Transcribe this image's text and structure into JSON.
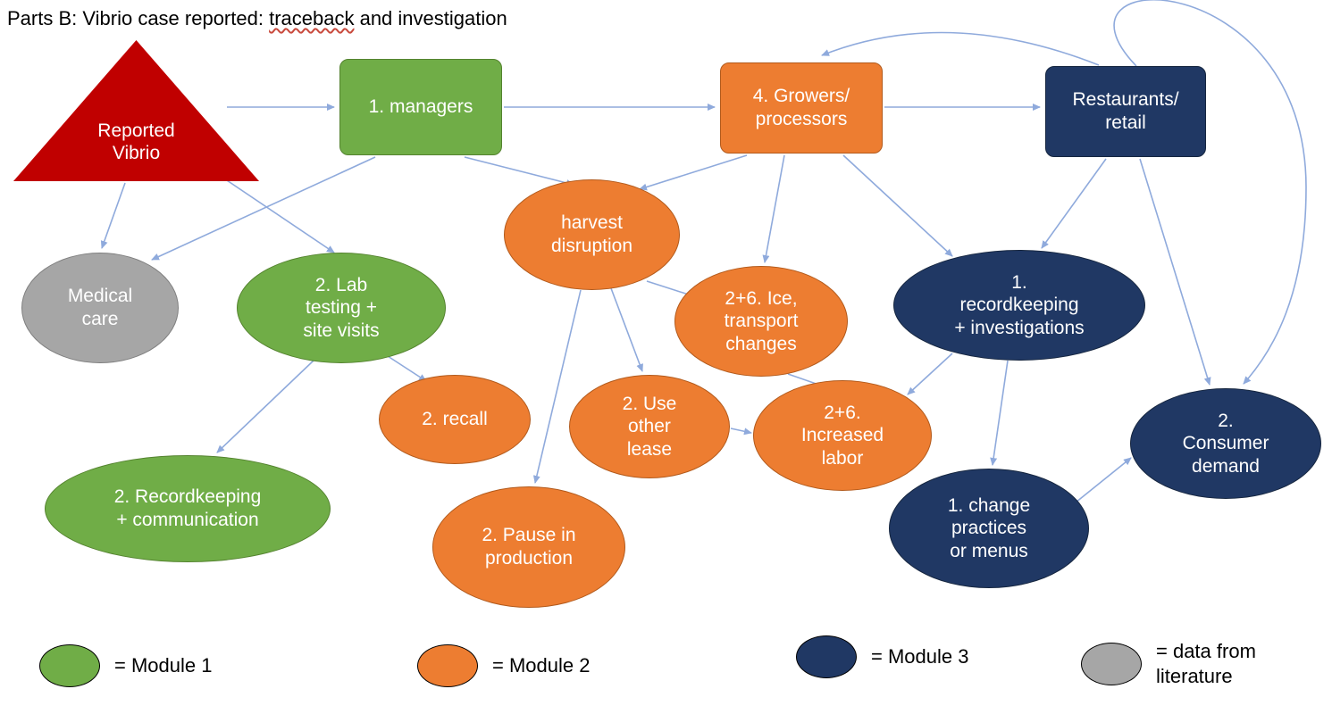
{
  "title": {
    "prefix": "Parts B: Vibrio case reported: ",
    "flagged_word": "traceback",
    "suffix": " and investigation"
  },
  "colors": {
    "module1": "#70AD47",
    "module2": "#ED7D31",
    "module3": "#203864",
    "literature": "#A6A6A6",
    "reported": "#C00000",
    "arrow": "#8FAADC"
  },
  "nodes": {
    "reported_vibrio": {
      "label": "Reported\nVibrio",
      "shape": "triangle",
      "color_key": "reported"
    },
    "managers": {
      "label": "1. managers",
      "shape": "rounded-rect",
      "color_key": "module1"
    },
    "growers_processors": {
      "label": "4. Growers/\nprocessors",
      "shape": "rounded-rect",
      "color_key": "module2"
    },
    "restaurants_retail": {
      "label": "Restaurants/\nretail",
      "shape": "rounded-rect",
      "color_key": "module3"
    },
    "medical_care": {
      "label": "Medical\ncare",
      "shape": "ellipse",
      "color_key": "literature"
    },
    "lab_testing": {
      "label": "2. Lab\ntesting +\nsite visits",
      "shape": "ellipse",
      "color_key": "module1"
    },
    "harvest_disruption": {
      "label": "harvest\ndisruption",
      "shape": "ellipse",
      "color_key": "module2"
    },
    "ice_transport": {
      "label": "2+6. Ice,\ntransport\nchanges",
      "shape": "ellipse",
      "color_key": "module2"
    },
    "recordkeeping_investigations": {
      "label": "1.\nrecordkeeping\n+ investigations",
      "shape": "ellipse",
      "color_key": "module3"
    },
    "recall": {
      "label": "2. recall",
      "shape": "ellipse",
      "color_key": "module2"
    },
    "use_other_lease": {
      "label": "2. Use\nother\nlease",
      "shape": "ellipse",
      "color_key": "module2"
    },
    "increased_labor": {
      "label": "2+6.\nIncreased\nlabor",
      "shape": "ellipse",
      "color_key": "module2"
    },
    "change_practices": {
      "label": "1. change\npractices\nor menus",
      "shape": "ellipse",
      "color_key": "module3"
    },
    "consumer_demand": {
      "label": "2.\nConsumer\ndemand",
      "shape": "ellipse",
      "color_key": "module3"
    },
    "recordkeeping_communication": {
      "label": "2. Recordkeeping\n+ communication",
      "shape": "ellipse",
      "color_key": "module1"
    },
    "pause_production": {
      "label": "2. Pause in\nproduction",
      "shape": "ellipse",
      "color_key": "module2"
    }
  },
  "edges": [
    {
      "from": "reported_vibrio",
      "to": "managers"
    },
    {
      "from": "managers",
      "to": "growers_processors"
    },
    {
      "from": "growers_processors",
      "to": "restaurants_retail"
    },
    {
      "from": "restaurants_retail",
      "to": "growers_processors",
      "via": "top-arc"
    },
    {
      "from": "restaurants_retail",
      "to": "consumer_demand",
      "via": "outer-right-arc"
    },
    {
      "from": "reported_vibrio",
      "to": "medical_care"
    },
    {
      "from": "managers",
      "to": "medical_care"
    },
    {
      "from": "reported_vibrio",
      "to": "lab_testing"
    },
    {
      "from": "managers",
      "to": "harvest_disruption"
    },
    {
      "from": "growers_processors",
      "to": "harvest_disruption"
    },
    {
      "from": "growers_processors",
      "to": "ice_transport"
    },
    {
      "from": "growers_processors",
      "to": "recordkeeping_investigations"
    },
    {
      "from": "restaurants_retail",
      "to": "recordkeeping_investigations"
    },
    {
      "from": "restaurants_retail",
      "to": "consumer_demand"
    },
    {
      "from": "harvest_disruption",
      "to": "ice_transport"
    },
    {
      "from": "harvest_disruption",
      "to": "use_other_lease"
    },
    {
      "from": "harvest_disruption",
      "to": "pause_production"
    },
    {
      "from": "lab_testing",
      "to": "recall"
    },
    {
      "from": "lab_testing",
      "to": "recordkeeping_communication"
    },
    {
      "from": "ice_transport",
      "to": "increased_labor"
    },
    {
      "from": "use_other_lease",
      "to": "increased_labor"
    },
    {
      "from": "recordkeeping_investigations",
      "to": "increased_labor"
    },
    {
      "from": "recordkeeping_investigations",
      "to": "change_practices"
    },
    {
      "from": "change_practices",
      "to": "consumer_demand"
    }
  ],
  "legend": [
    {
      "label": "= Module 1",
      "color_key": "module1"
    },
    {
      "label": "= Module 2",
      "color_key": "module2"
    },
    {
      "label": "= Module 3",
      "color_key": "module3"
    },
    {
      "label": "= data from\nliterature",
      "color_key": "literature"
    }
  ]
}
